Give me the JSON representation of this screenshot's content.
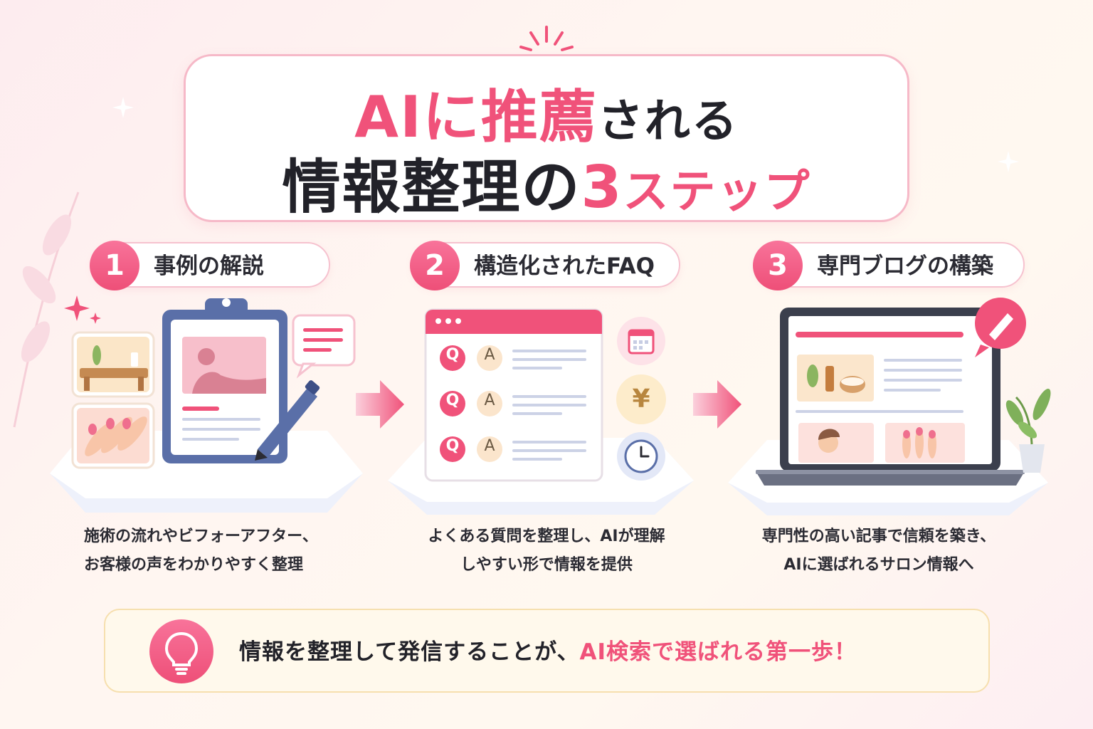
{
  "title": {
    "line1_pink": "AIに推薦",
    "line1_dark": "される",
    "line2_dark": "情報整理の",
    "line2_pink_num": "3",
    "line2_pink": "ステップ"
  },
  "steps": [
    {
      "number": "1",
      "label": "事例の解説",
      "desc_line1": "施術の流れやビフォーアフター、",
      "desc_line2": "お客様の声をわかりやすく整理"
    },
    {
      "number": "2",
      "label": "構造化されたFAQ",
      "desc_line1": "よくある質問を整理し、AIが理解",
      "desc_line2": "しやすい形で情報を提供",
      "faq": {
        "q": "Q",
        "a": "A"
      },
      "icons": [
        "calendar-icon",
        "yen-icon",
        "clock-icon"
      ],
      "yen_symbol": "¥"
    },
    {
      "number": "3",
      "label": "専門ブログの構築",
      "desc_line1": "専門性の高い記事で信頼を築き、",
      "desc_line2": "AIに選ばれるサロン情報へ"
    }
  ],
  "footer": {
    "text_dark": "情報を整理して発信することが、",
    "text_pink": "AI検索で選ばれる第一歩！"
  },
  "colors": {
    "accent": "#f0527a",
    "dark_text": "#222229",
    "navy": "#5a6fa8",
    "footer_bg": "#fff9ec"
  }
}
